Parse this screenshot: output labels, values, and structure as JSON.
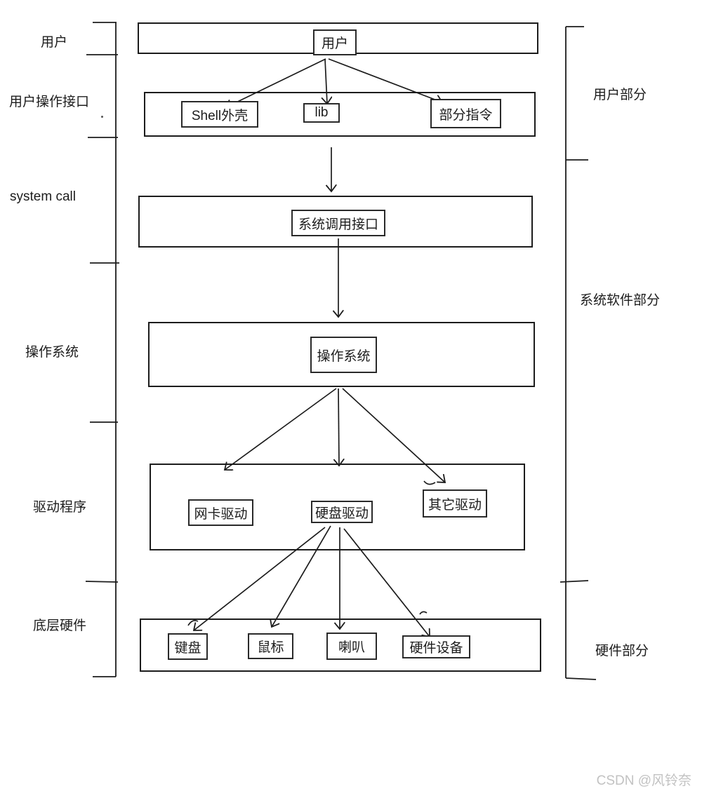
{
  "stack_labels": {
    "user": "用户",
    "user_interface": "用户操作接口",
    "system_call": "system call",
    "os": "操作系统",
    "driver": "驱动程序",
    "hardware": "底层硬件"
  },
  "section_labels": {
    "user_part": "用户部分",
    "system_software_part": "系统软件部分",
    "hardware_part": "硬件部分"
  },
  "nodes": {
    "user": "用户",
    "shell": "Shell外壳",
    "lib": "lib",
    "partial_commands": "部分指令",
    "syscall_interface": "系统调用接口",
    "os": "操作系统",
    "nic_driver": "网卡驱动",
    "disk_driver": "硬盘驱动",
    "other_driver": "其它驱动",
    "keyboard": "键盘",
    "mouse": "鼠标",
    "speaker": "喇叭",
    "hardware_device": "硬件设备"
  },
  "watermark": "CSDN @风铃奈",
  "colors": {
    "stroke": "#1c1c1c",
    "watermark": "#c2c2c2",
    "background": "#ffffff"
  }
}
